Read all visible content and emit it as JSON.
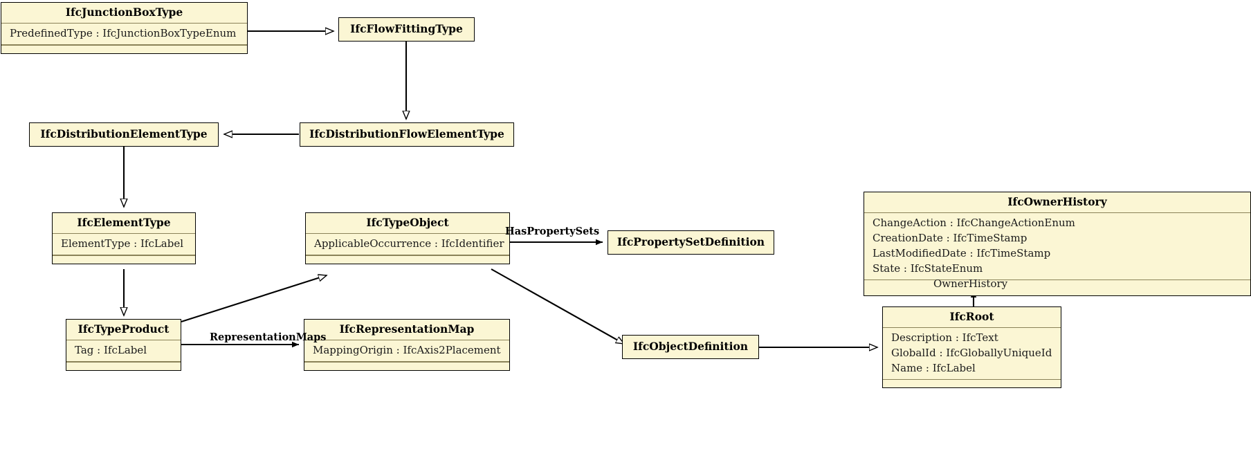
{
  "diagram": {
    "title": "IFC Type Object UML Class Diagram",
    "colors": {
      "box_fill": "#fbf6d4",
      "box_border": "#000000",
      "compartment_rule": "#8a8258",
      "line": "#000000",
      "background": "#ffffff"
    }
  },
  "classes": {
    "junction_box_type": {
      "name": "IfcJunctionBoxType",
      "attributes": [
        "PredefinedType : IfcJunctionBoxTypeEnum"
      ],
      "has_empty_compartment": true
    },
    "flow_fitting_type": {
      "name": "IfcFlowFittingType",
      "attributes": [],
      "has_empty_compartment": false
    },
    "distribution_element_type": {
      "name": "IfcDistributionElementType",
      "attributes": [],
      "has_empty_compartment": false
    },
    "distribution_flow_element_type": {
      "name": "IfcDistributionFlowElementType",
      "attributes": [],
      "has_empty_compartment": false
    },
    "element_type": {
      "name": "IfcElementType",
      "attributes": [
        "ElementType : IfcLabel"
      ],
      "has_empty_compartment": true
    },
    "type_object": {
      "name": "IfcTypeObject",
      "attributes": [
        "ApplicableOccurrence : IfcIdentifier"
      ],
      "has_empty_compartment": true
    },
    "property_set_definition": {
      "name": "IfcPropertySetDefinition",
      "attributes": [],
      "has_empty_compartment": false
    },
    "owner_history": {
      "name": "IfcOwnerHistory",
      "attributes": [
        "ChangeAction : IfcChangeActionEnum",
        "CreationDate : IfcTimeStamp",
        "LastModifiedDate : IfcTimeStamp",
        "State : IfcStateEnum"
      ],
      "has_empty_compartment": false
    },
    "root": {
      "name": "IfcRoot",
      "attributes": [
        "Description : IfcText",
        "GlobalId : IfcGloballyUniqueId",
        "Name : IfcLabel"
      ],
      "has_empty_compartment": true
    },
    "type_product": {
      "name": "IfcTypeProduct",
      "attributes": [
        "Tag : IfcLabel"
      ],
      "has_empty_compartment": true
    },
    "representation_map": {
      "name": "IfcRepresentationMap",
      "attributes": [
        "MappingOrigin : IfcAxis2Placement"
      ],
      "has_empty_compartment": true
    },
    "object_definition": {
      "name": "IfcObjectDefinition",
      "attributes": [],
      "has_empty_compartment": false
    }
  },
  "relationships": {
    "has_property_sets": {
      "label": "HasPropertySets"
    },
    "representation_maps": {
      "label": "RepresentationMaps"
    },
    "owner_history": {
      "label": "OwnerHistory"
    }
  }
}
